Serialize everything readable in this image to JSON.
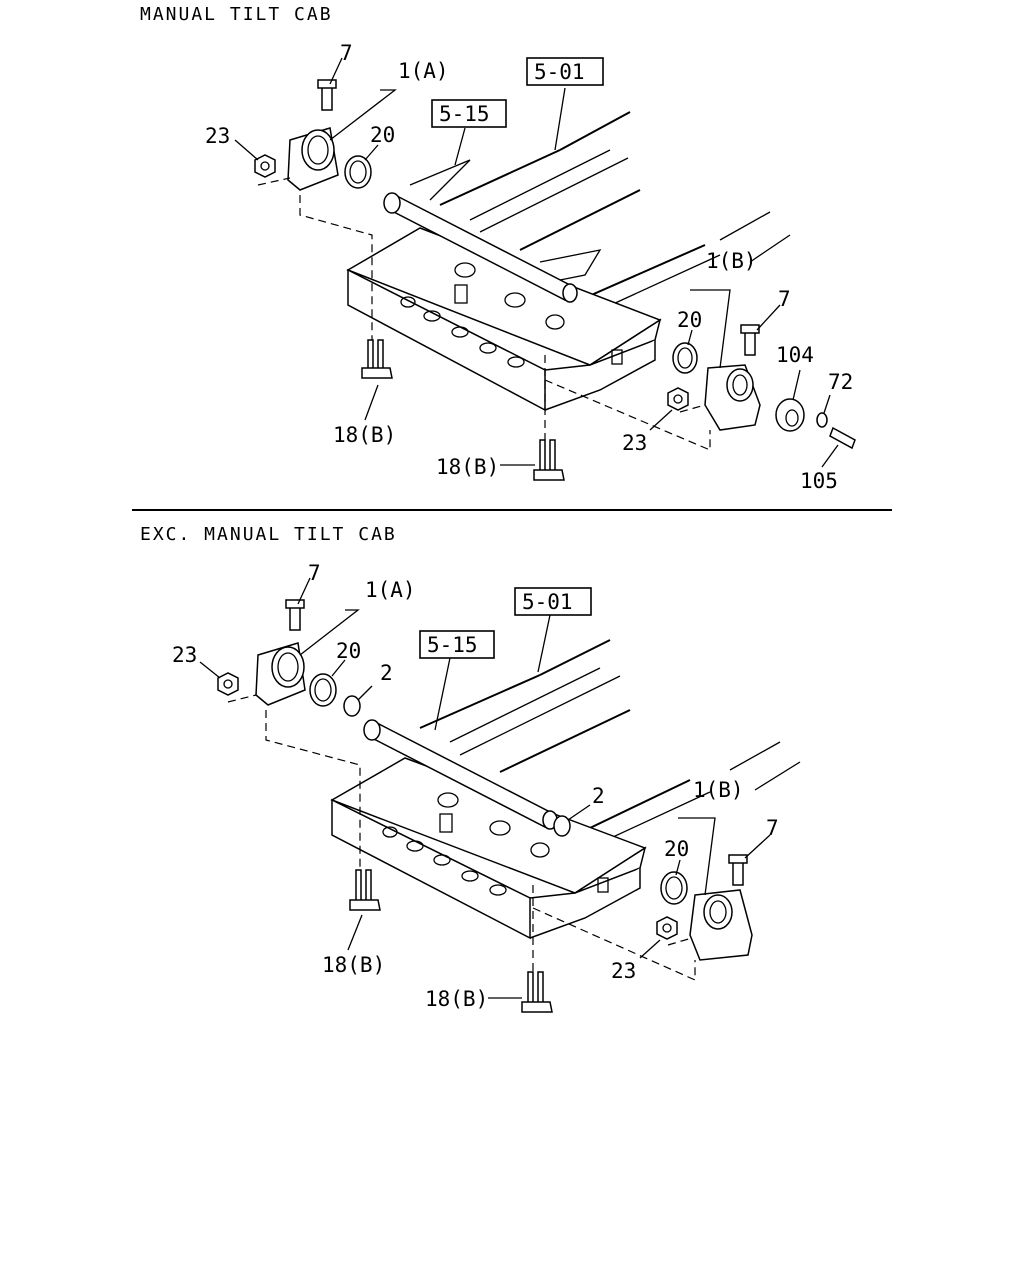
{
  "sections": [
    {
      "title": "MANUAL TILT CAB",
      "callouts": {
        "bolt_left": "7",
        "bracket_left": "1(A)",
        "nut_left": "23",
        "bushing_left": "20",
        "ref_frame": "5-01",
        "ref_tube": "5-15",
        "bracket_right": "1(B)",
        "bushing_right": "20",
        "bolt_right": "7",
        "lock": "104",
        "washer": "72",
        "nut_right": "23",
        "bolt_lock": "105",
        "stud_left": "18(B)",
        "stud_right": "18(B)"
      }
    },
    {
      "title": "EXC. MANUAL TILT CAB",
      "callouts": {
        "bolt_left": "7",
        "bracket_left": "1(A)",
        "nut_left": "23",
        "bushing_left": "20",
        "spacer_left": "2",
        "ref_frame": "5-01",
        "ref_tube": "5-15",
        "spacer_right": "2",
        "bracket_right": "1(B)",
        "bushing_right": "20",
        "bolt_right": "7",
        "nut_right": "23",
        "stud_left": "18(B)",
        "stud_right": "18(B)"
      }
    }
  ]
}
